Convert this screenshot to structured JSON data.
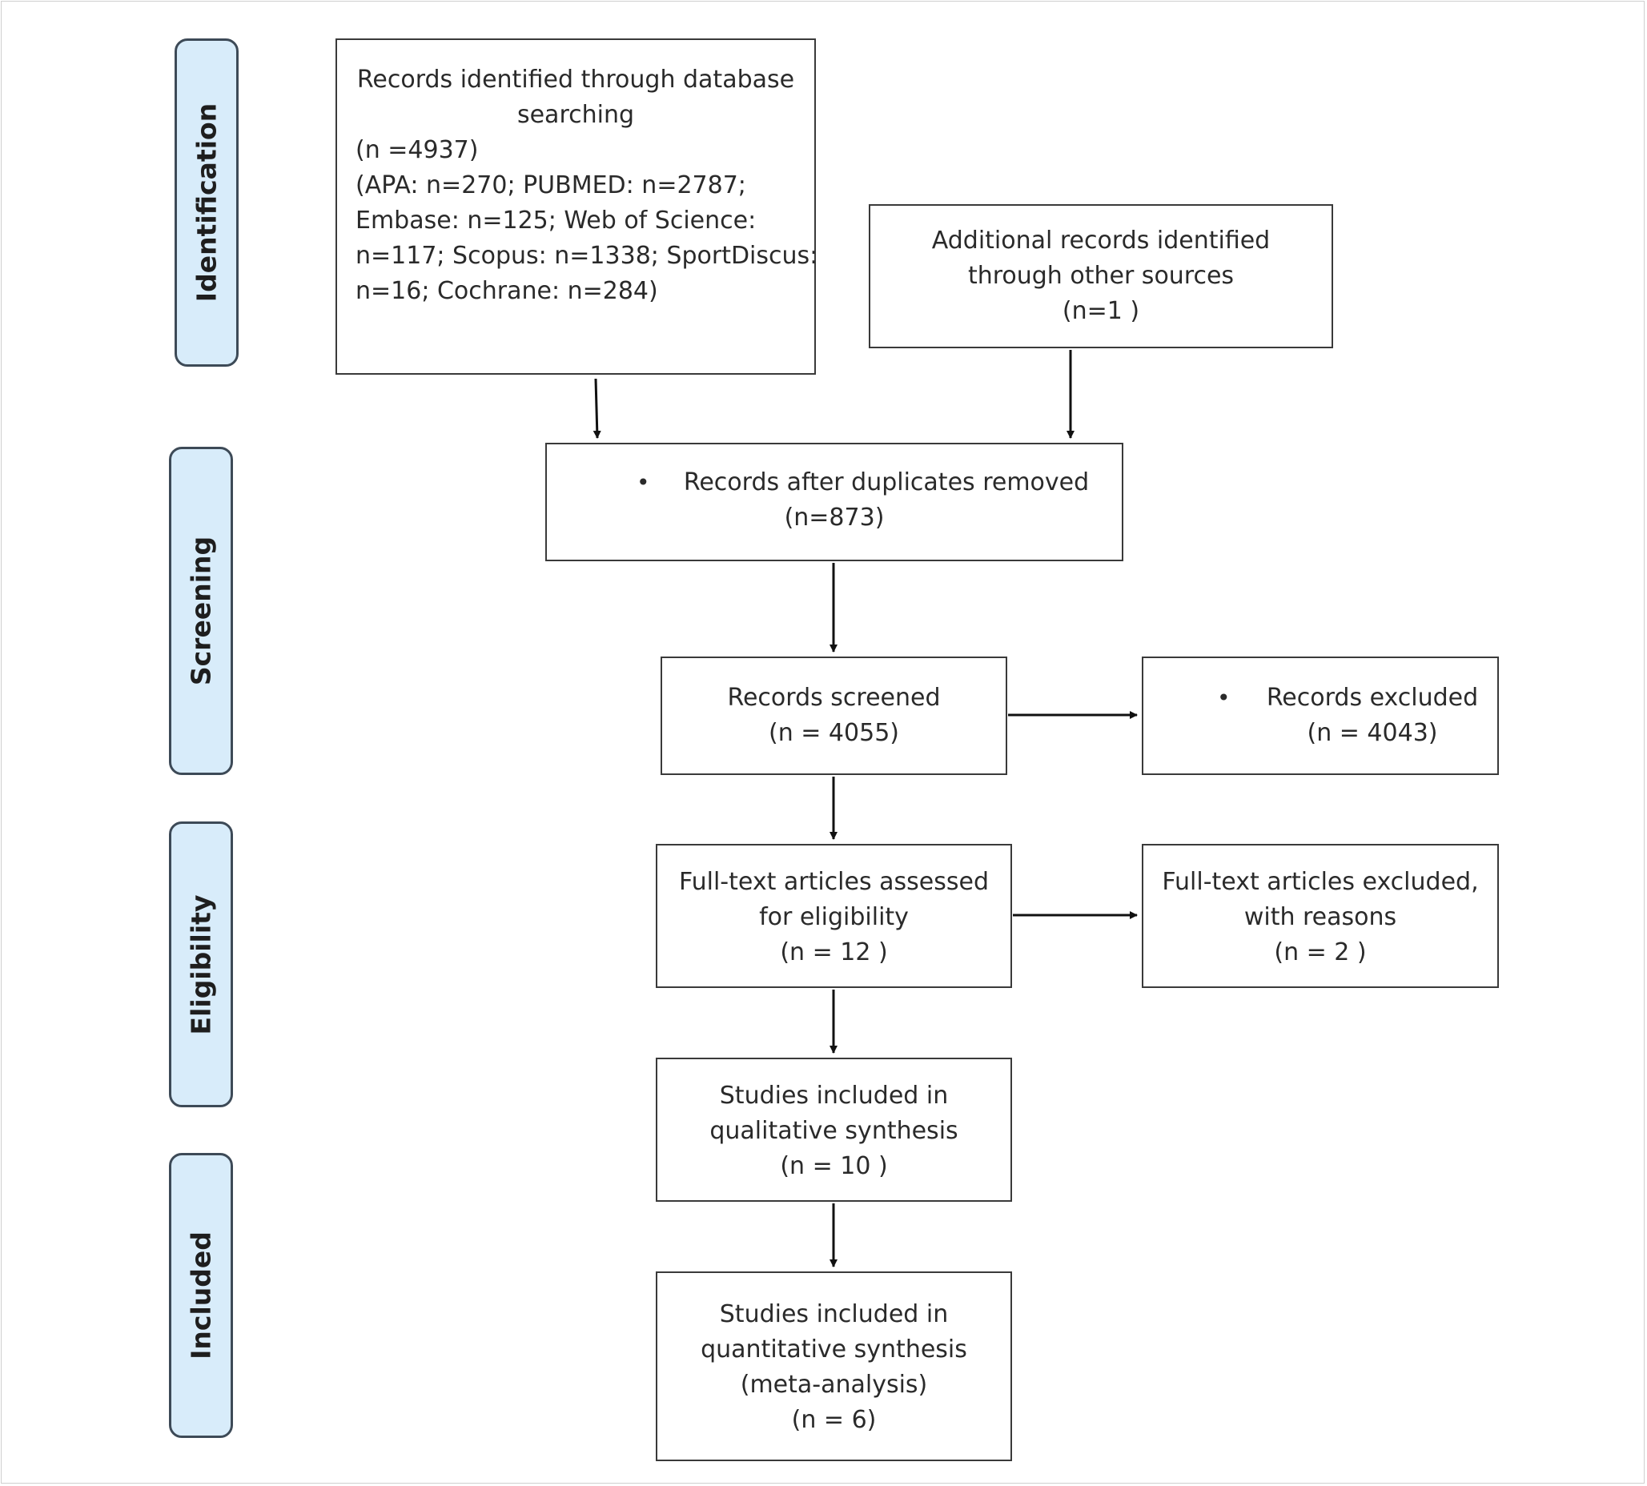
{
  "stages": {
    "identification": "Identification",
    "screening": "Screening",
    "eligibility": "Eligibility",
    "included": "Included"
  },
  "boxes": {
    "database_records": {
      "line1": "Records identified through database",
      "line2": "searching",
      "line3": "(n =4937)",
      "line4": "(APA: n=270; PUBMED: n=2787;",
      "line5": "Embase: n=125; Web of Science:",
      "line6": "n=117; Scopus: n=1338; SportDiscus:",
      "line7": "n=16; Cochrane: n=284)"
    },
    "additional_records": {
      "line1": "Additional records identified",
      "line2": "through other sources",
      "line3": "(n=1 )"
    },
    "after_duplicates": {
      "bullet": "•",
      "line1": "Records after duplicates removed",
      "line2": "(n=873)"
    },
    "screened": {
      "line1": "Records screened",
      "line2": "(n = 4055)"
    },
    "excluded": {
      "bullet": "•",
      "line1": "Records excluded",
      "line2": "(n = 4043)"
    },
    "fulltext_assessed": {
      "line1": "Full-text articles assessed",
      "line2": "for eligibility",
      "line3": "(n = 12 )"
    },
    "fulltext_excluded": {
      "line1": "Full-text articles excluded,",
      "line2": "with reasons",
      "line3": "(n = 2 )"
    },
    "qualitative": {
      "line1": "Studies included in",
      "line2": "qualitative synthesis",
      "line3": "(n = 10 )"
    },
    "quantitative": {
      "line1": "Studies included in",
      "line2": "quantitative synthesis",
      "line3": "(meta-analysis)",
      "line4": "(n = 6)"
    }
  },
  "colors": {
    "stage_fill": "#d8ecfa",
    "stage_border": "#3d4a57",
    "box_border": "#3a3a3a",
    "arrow": "#111111"
  }
}
